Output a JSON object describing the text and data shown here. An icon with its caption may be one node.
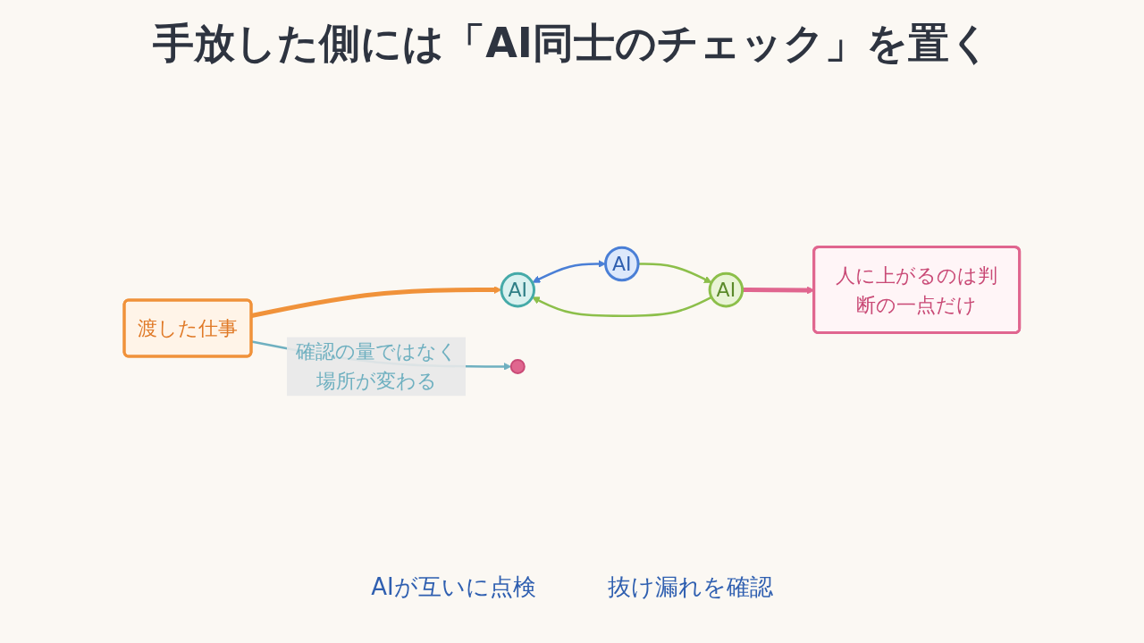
{
  "diagram": {
    "title": "手放した側には「AI同士のチェック」を置く",
    "nodes": [
      {
        "text": [
          "渡した仕事"
        ]
      },
      {
        "text": [
          "AI"
        ]
      },
      {
        "text": [
          "AI"
        ]
      },
      {
        "text": [
          "AI"
        ]
      },
      {
        "text": [
          "人に上がるのは判断の一点だけ"
        ]
      },
      {
        "text": [],
        "shape": "pin"
      }
    ],
    "edges": [
      {
        "from": 0,
        "to": 2,
        "arrow": "to",
        "style": "thick",
        "color": "#f0923a"
      },
      {
        "from": 2,
        "to": 1,
        "arrow": "both",
        "color": "#4a7fd6"
      },
      {
        "from": 1,
        "to": 3,
        "arrow": "to",
        "color": "#8cbf4a"
      },
      {
        "from": 3,
        "to": 2,
        "arrow": "to",
        "color": "#8cbf4a"
      },
      {
        "from": 3,
        "to": 4,
        "arrow": "to",
        "style": "thick",
        "color": "#e0668f"
      },
      {
        "from": 0,
        "to": 5,
        "arrow": "to",
        "label": "確認の量ではなく場所が変わる",
        "color": "#6fb0c0"
      }
    ],
    "labels": [
      "AIが互いに点検",
      "抜け漏れを確認"
    ]
  }
}
